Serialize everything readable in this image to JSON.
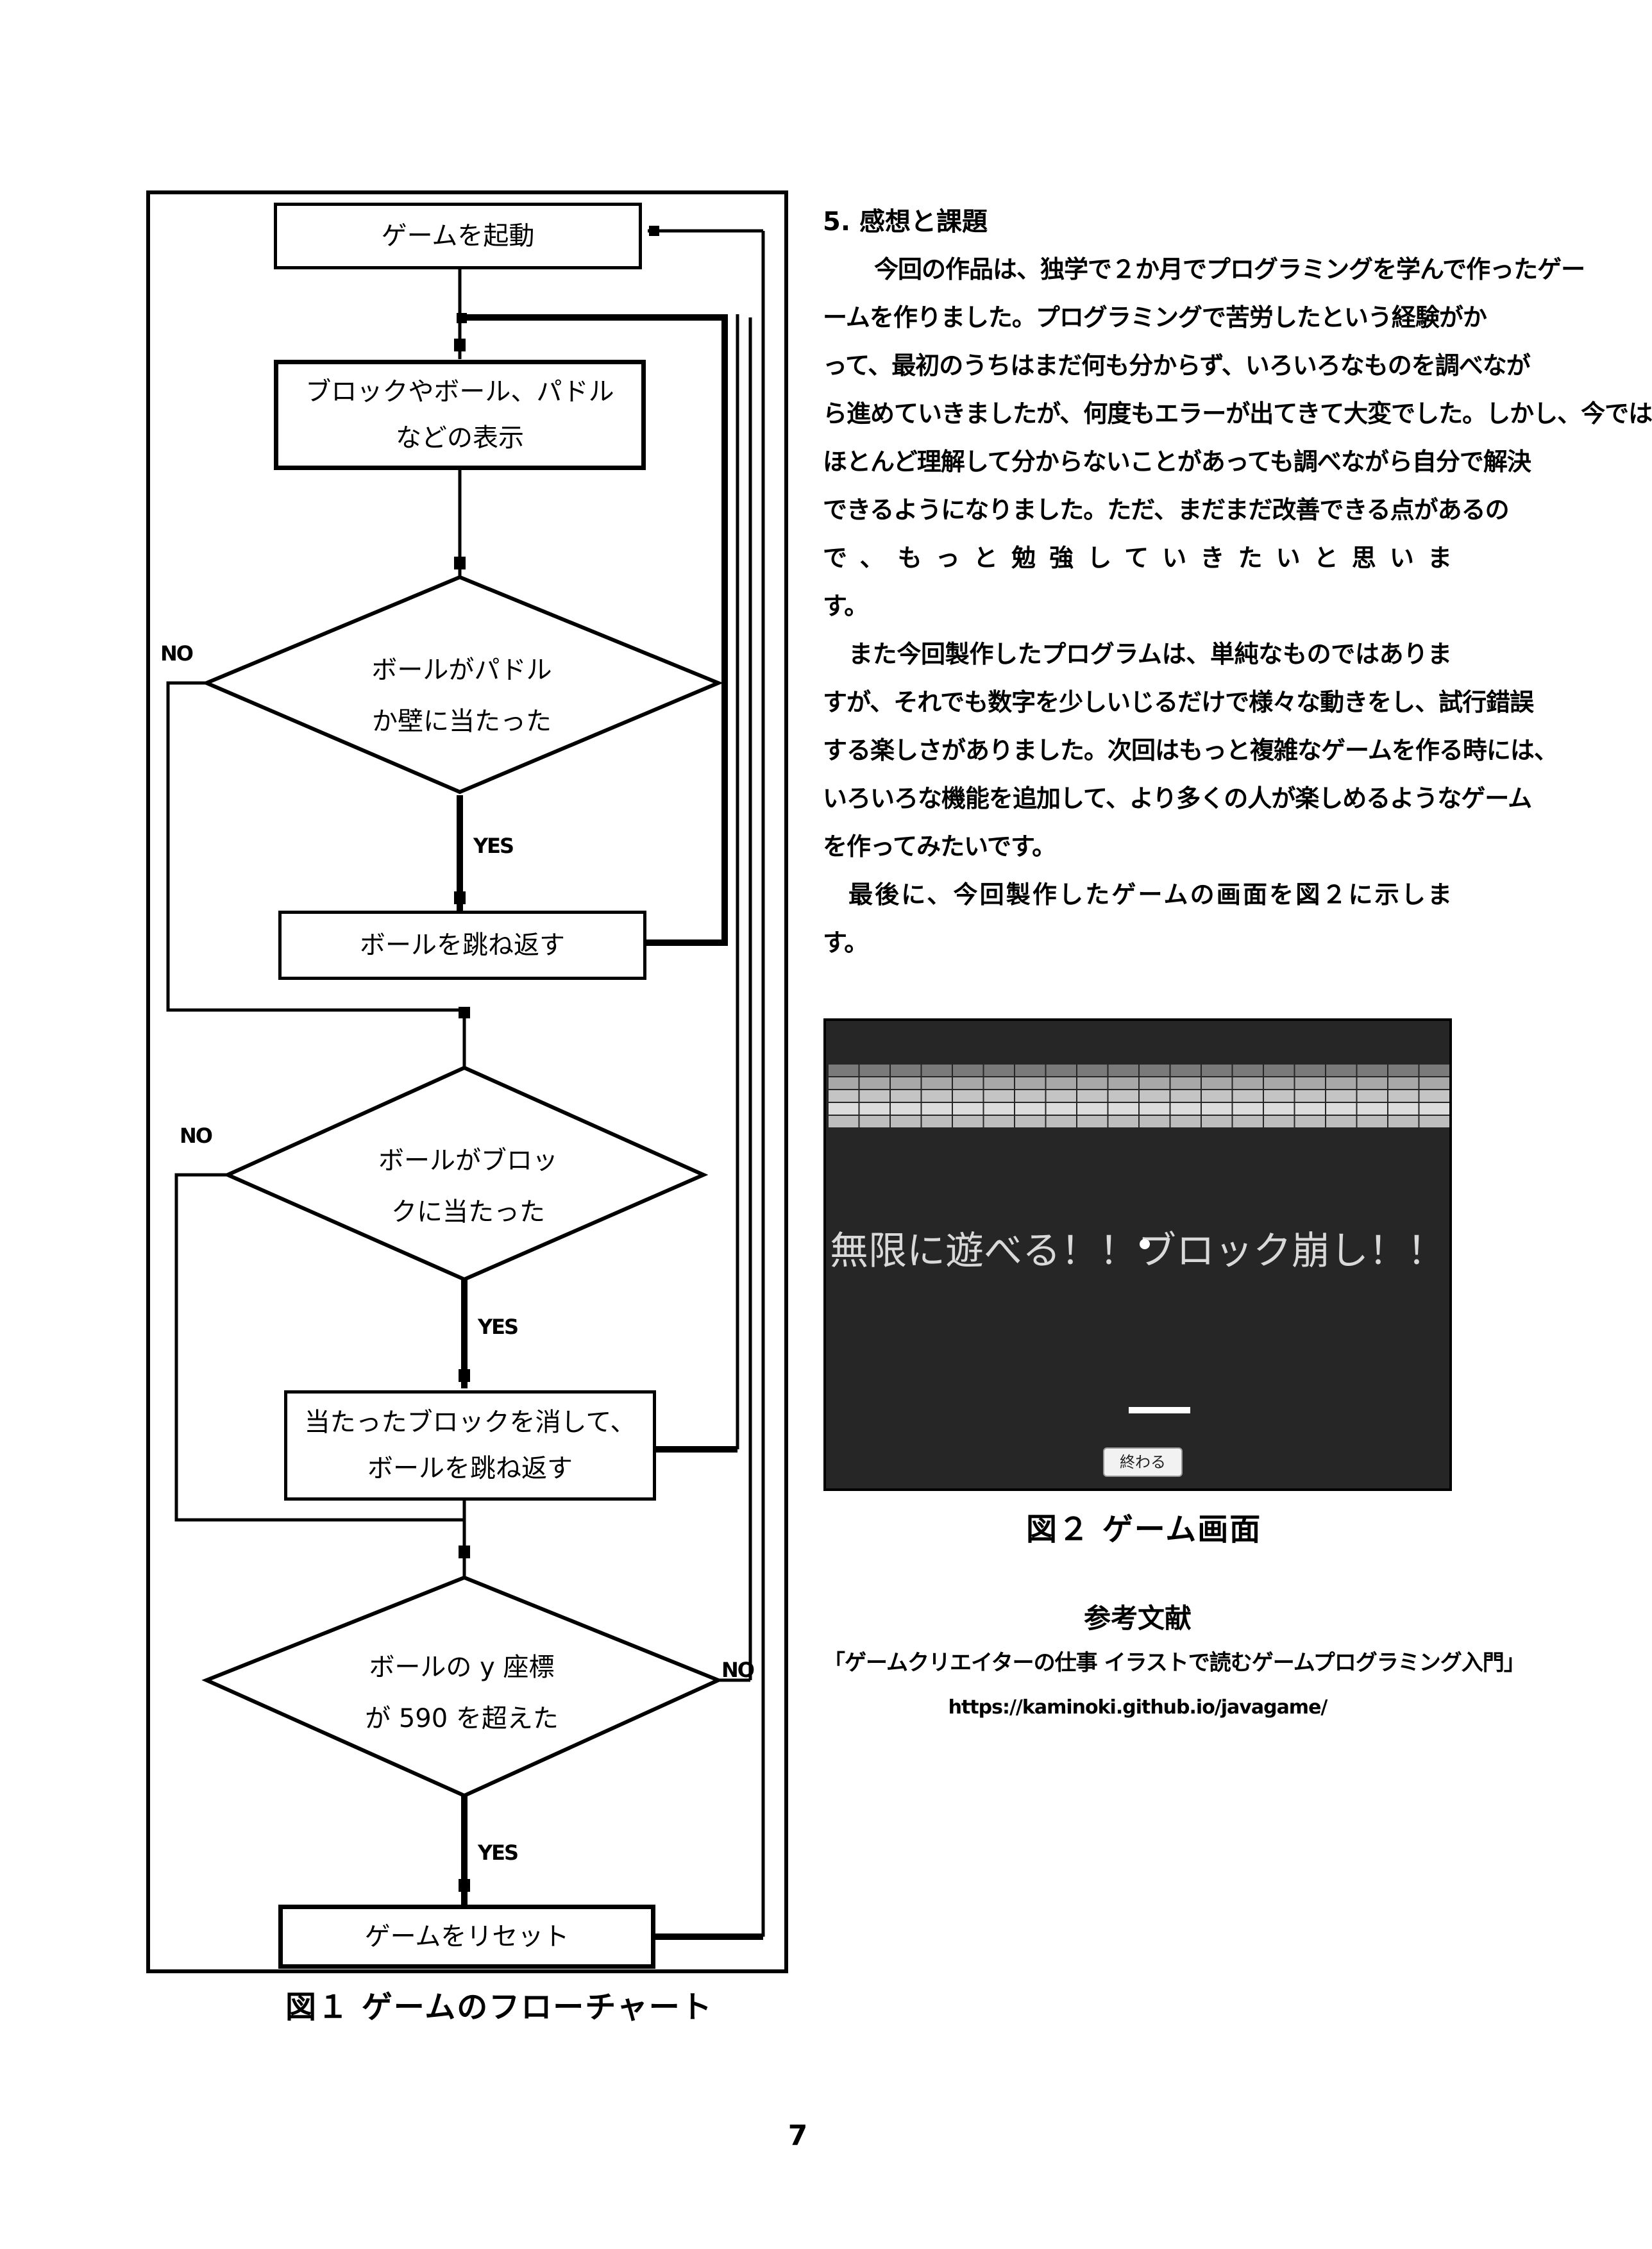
{
  "flowchart": {
    "start": "ゲームを起動",
    "display": [
      "ブロックやボール、パドル",
      "などの表示"
    ],
    "decision_paddle": [
      "ボールがパドル",
      "か壁に当たった"
    ],
    "bounce": "ボールを跳ね返す",
    "decision_block": [
      "ボールがブロッ",
      "クに当たった"
    ],
    "remove_block": [
      "当たったブロックを消して、",
      "ボールを跳ね返す"
    ],
    "decision_y": [
      "ボールの y 座標",
      "が 590 を超えた"
    ],
    "reset": "ゲームをリセット",
    "yes": "YES",
    "no": "NO",
    "caption": "図１ ゲームのフローチャート"
  },
  "section": {
    "heading": "5. 感想と課題",
    "paragraphs": [
      [
        "今回の作品は、独学で２か月でプログラミングを学んで作ったゲー",
        "ームを作りました。プログラミングで苦労したという経験がか",
        "って、最初のうちはまだ何も分からず、いろいろなものを調べなが",
        "ら進めていきましたが、何度もエラーが出てきて大変でした。しかし、今では",
        "ほとんど理解して分からないことがあっても調べながら自分で解決",
        "できるようになりました。ただ、まだまだ改善できる点があるの",
        "で、もっと勉強していきたいと思いま",
        "す。"
      ],
      [
        "また今回製作したプログラムは、単純なものではありま",
        "すが、それでも数字を少しいじるだけで様々な動きをし、試行錯誤",
        "する楽しさがありました。次回はもっと複雑なゲームを作る時には、",
        "いろいろな機能を追加して、より多くの人が楽しめるようなゲーム",
        "を作ってみたいです。"
      ],
      [
        "最後に、今回製作したゲームの画面を図２に示しま",
        "す。"
      ]
    ]
  },
  "game": {
    "title": "無限に遊べる！！ブロック崩し！！",
    "end_button": "終わる",
    "caption": "図２ ゲーム画面"
  },
  "references": {
    "heading": "参考文献",
    "book": "「ゲームクリエイターの仕事 イラストで読むゲームプログラミング入門」",
    "url": "https://kaminoki.github.io/javagame/"
  },
  "page_number": "7"
}
